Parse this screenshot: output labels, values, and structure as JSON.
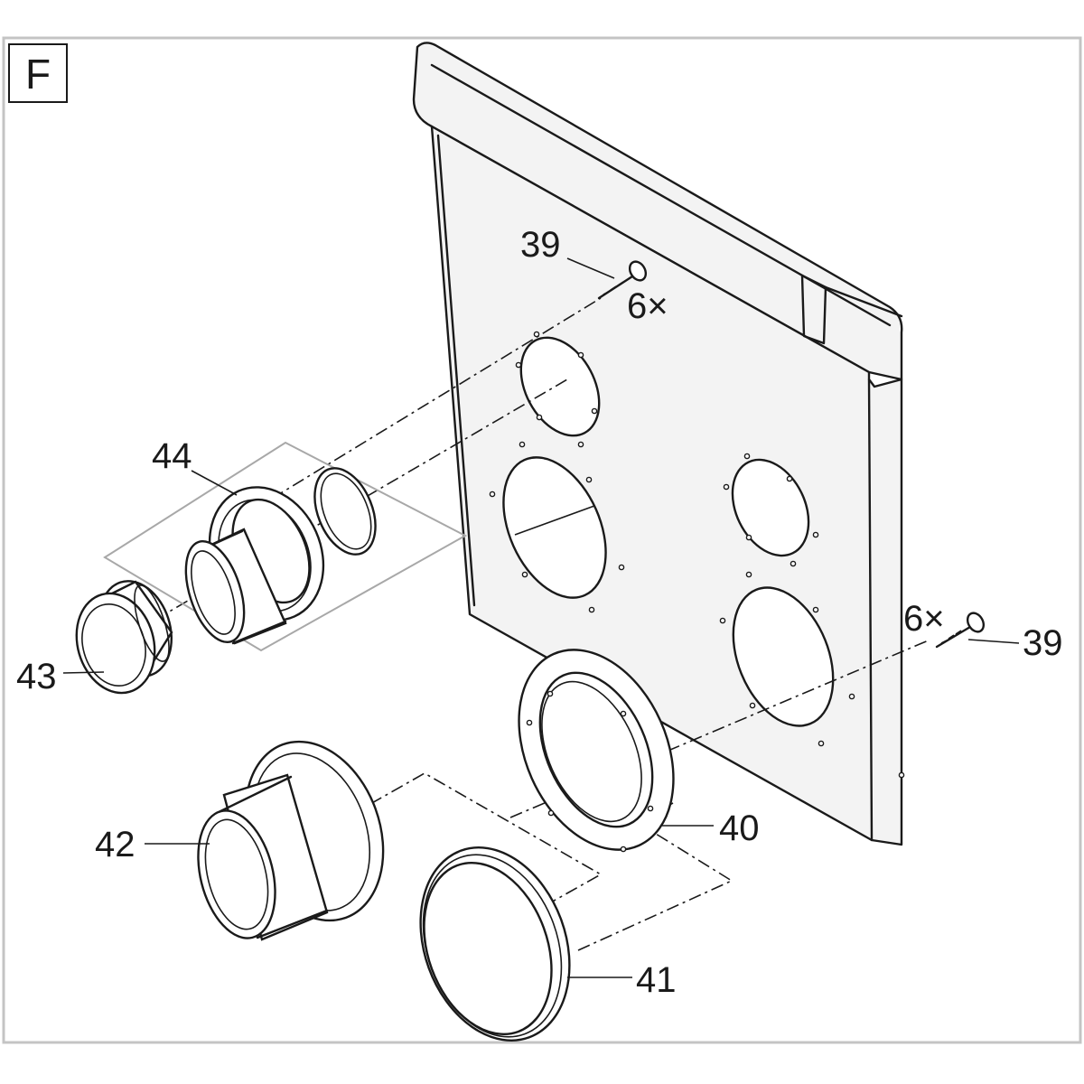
{
  "panel_letter": "F",
  "callouts": {
    "screw_top": "39",
    "qty_top": "6×",
    "screw_right": "39",
    "qty_right": "6×",
    "part_44": "44",
    "part_43": "43",
    "part_42": "42",
    "part_40": "40",
    "part_41": "41"
  }
}
